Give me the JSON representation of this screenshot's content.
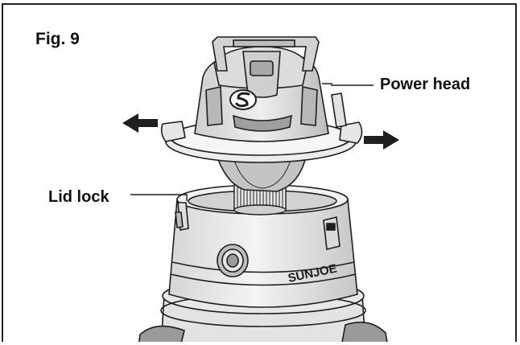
{
  "figure": {
    "label": "Fig. 9",
    "callouts": {
      "power_head": "Power head",
      "lid_lock": "Lid lock"
    },
    "brand_text": "SUNJOE"
  },
  "colors": {
    "line": "#1e1e1e",
    "body_light": "#ececec",
    "body_mid": "#c9c9c9",
    "body_dark": "#8d8d8d"
  }
}
